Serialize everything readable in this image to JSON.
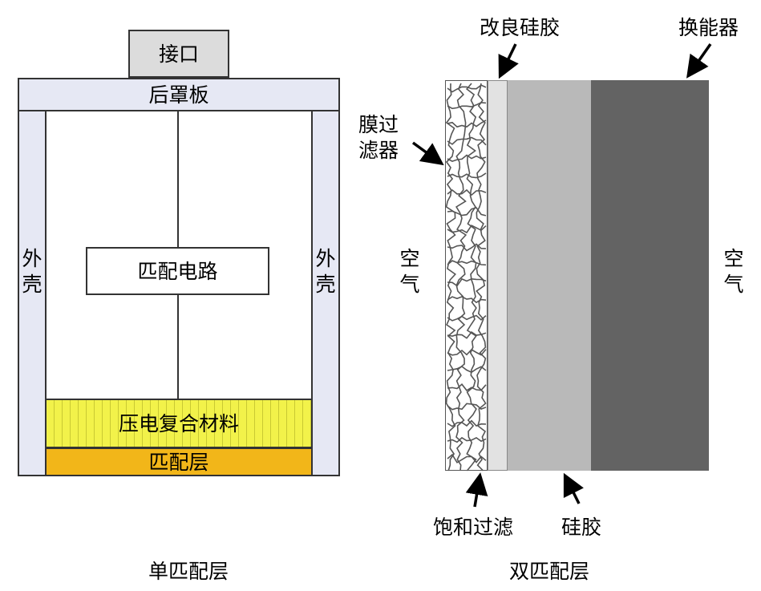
{
  "left": {
    "interface": "接口",
    "back_cover": "后罩板",
    "shell_left": "外壳",
    "shell_right": "外壳",
    "matching_circuit": "匹配电路",
    "piezo_composite": "压电复合材料",
    "matching_layer": "匹配层",
    "caption": "单匹配层"
  },
  "right": {
    "modified_silicone": "改良硅胶",
    "transducer": "换能器",
    "membrane_filter": "膜过滤器",
    "air_left": "空气",
    "air_right": "空气",
    "saturated_filter": "饱和过滤",
    "silicone": "硅胶",
    "caption": "双匹配层"
  },
  "colors": {
    "shell": "#e6e8f4",
    "interface": "#dcdcdc",
    "piezo": "#f2f24a",
    "matching_layer": "#f2b619",
    "modified_silicone": "#e2e2e2",
    "silicone": "#b9b9b9",
    "transducer": "#636363"
  }
}
